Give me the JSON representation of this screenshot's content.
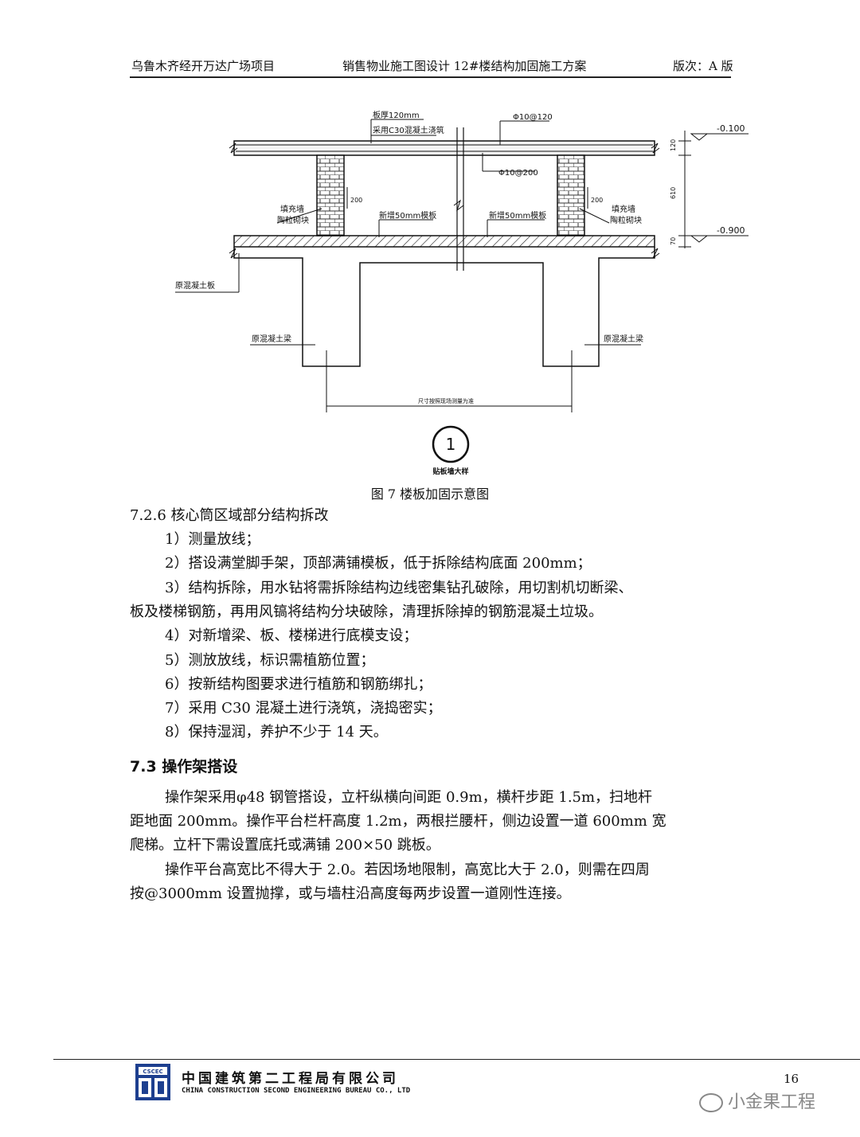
{
  "header": {
    "left": "乌鲁木齐经开万达广场项目",
    "center": "销售物业施工图设计 12#楼结构加固施工方案",
    "right": "版次：A 版"
  },
  "drawing": {
    "label_slab": "板厚120mm",
    "label_concrete": "采用C30混凝土浇筑",
    "label_rebar_top": "Φ10@120",
    "label_rebar_bottom": "Φ10@200",
    "elev_top": "-0.100",
    "elev_bottom": "-0.900",
    "dim_120": "120",
    "dim_610": "610",
    "dim_70": "70",
    "dim_200_left": "200",
    "dim_200_right": "200",
    "label_fill_wall_left_1": "填充墙",
    "label_fill_wall_left_2": "陶粒砌块",
    "label_fill_wall_right_1": "填充墙",
    "label_fill_wall_right_2": "陶粒砌块",
    "label_form_left": "新增50mm模板",
    "label_form_right": "新增50mm模板",
    "label_orig_slab": "原混凝土板",
    "label_orig_beam_left": "原混凝土梁",
    "label_orig_beam_right": "原混凝土梁",
    "label_span": "尺寸按照现场测量为准",
    "detail_number": "1",
    "detail_title": "贴板墙大样"
  },
  "caption": "图 7 楼板加固示意图",
  "section_726": {
    "title": "7.2.6 核心筒区域部分结构拆改",
    "items": [
      "1）测量放线；",
      "2）搭设满堂脚手架，顶部满铺模板，低于拆除结构底面 200mm；",
      "3）结构拆除，用水钻将需拆除结构边线密集钻孔破除，用切割机切断梁、",
      "板及楼梯钢筋，再用风镐将结构分块破除，清理拆除掉的钢筋混凝土垃圾。",
      "4）对新增梁、板、楼梯进行底模支设；",
      "5）测放放线，标识需植筋位置；",
      "6）按新结构图要求进行植筋和钢筋绑扎；",
      "7）采用 C30 混凝土进行浇筑，浇捣密实；",
      "8）保持湿润，养护不少于 14 天。"
    ]
  },
  "section_73": {
    "title": "7.3 操作架搭设",
    "para1": [
      "操作架采用φ48 钢管搭设，立杆纵横向间距 0.9m，横杆步距 1.5m，扫地杆",
      "距地面 200mm。操作平台栏杆高度 1.2m，两根拦腰杆，侧边设置一道 600mm 宽",
      "爬梯。立杆下需设置底托或满铺 200×50 跳板。"
    ],
    "para2": [
      "操作平台高宽比不得大于 2.0。若因场地限制，高宽比大于 2.0，则需在四周",
      "按@3000mm 设置抛撑，或与墙柱沿高度每两步设置一道刚性连接。"
    ]
  },
  "footer": {
    "company_cn": "中国建筑第二工程局有限公司",
    "company_en": "CHINA CONSTRUCTION SECOND ENGINEERING BUREAU CO., LTD",
    "logo_text": "CSCEC",
    "page_number": "16",
    "watermark": "小金果工程"
  }
}
